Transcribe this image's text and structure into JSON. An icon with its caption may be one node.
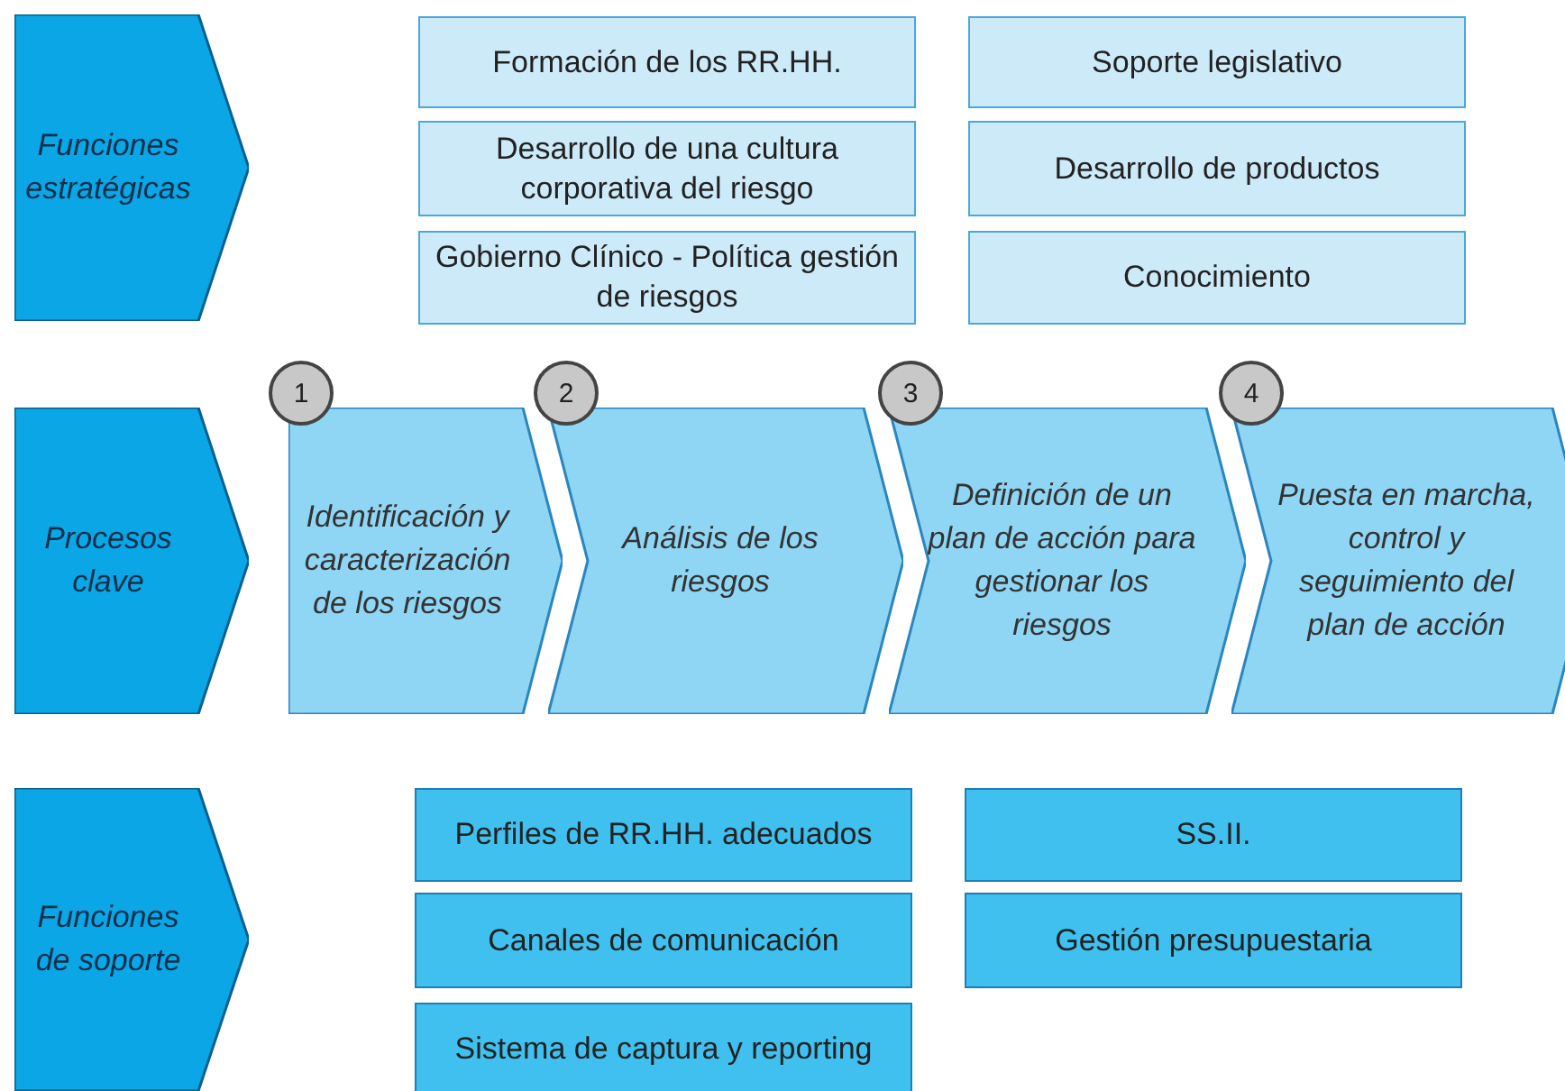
{
  "diagram": {
    "nodes": [
      {
        "text": [
          "Funciones estratégicas"
        ]
      },
      {
        "text": [
          "Formación de los RR.HH."
        ]
      },
      {
        "text": [
          "Soporte legislativo"
        ]
      },
      {
        "text": [
          "Desarrollo de una cultura corporativa del riesgo"
        ]
      },
      {
        "text": [
          "Desarrollo de productos"
        ]
      },
      {
        "text": [
          "Gobierno Clínico - Política gestión de riesgos"
        ]
      },
      {
        "text": [
          "Conocimiento"
        ]
      },
      {
        "text": [
          "Procesos clave"
        ]
      },
      {
        "text": [
          "1"
        ]
      },
      {
        "text": [
          "Identificación y caracterización de los riesgos"
        ]
      },
      {
        "text": [
          "2"
        ]
      },
      {
        "text": [
          "Análisis de los riesgos"
        ]
      },
      {
        "text": [
          "3"
        ]
      },
      {
        "text": [
          "Definición de un plan de acción para gestionar los riesgos"
        ]
      },
      {
        "text": [
          "4"
        ]
      },
      {
        "text": [
          "Puesta en marcha, control y seguimiento del plan de acción"
        ]
      },
      {
        "text": [
          "Funciones de soporte"
        ]
      },
      {
        "text": [
          "Perfiles de RR.HH. adecuados"
        ]
      },
      {
        "text": [
          "SS.II."
        ]
      },
      {
        "text": [
          "Canales de comunicación"
        ]
      },
      {
        "text": [
          "Gestión presupuestaria"
        ]
      },
      {
        "text": [
          "Sistema de captura y reporting"
        ]
      }
    ]
  }
}
